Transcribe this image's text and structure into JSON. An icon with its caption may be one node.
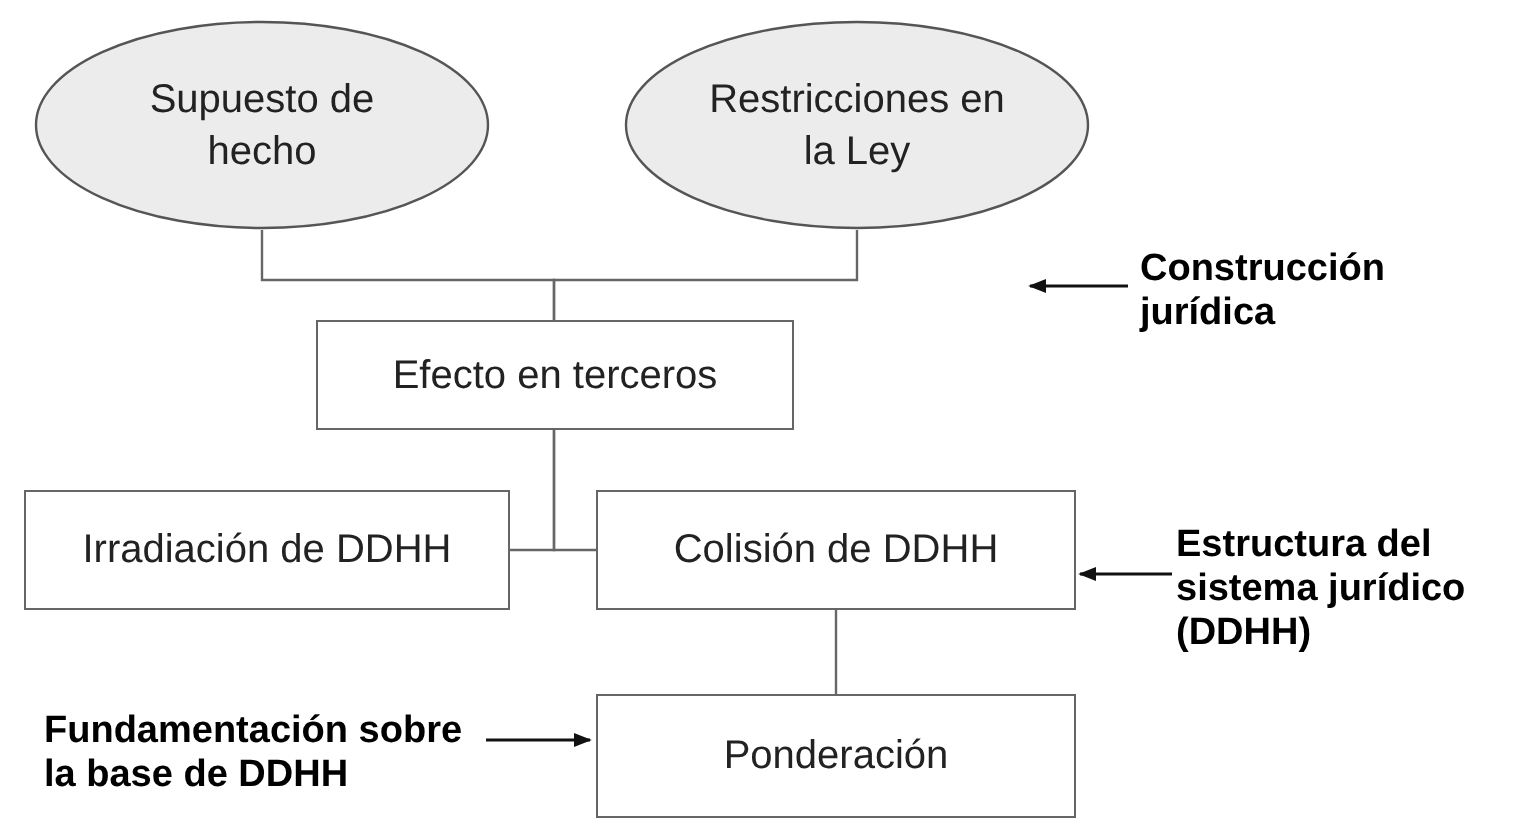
{
  "diagram": {
    "nodes": [
      {
        "text": [
          "Supuesto de hecho"
        ]
      },
      {
        "text": [
          "Restricciones en la Ley"
        ]
      },
      {
        "text": [
          "Efecto en terceros"
        ]
      },
      {
        "text": [
          "Irradiación de DDHH"
        ]
      },
      {
        "text": [
          "Colisión de DDHH"
        ]
      },
      {
        "text": [
          "Ponderación"
        ]
      },
      {
        "text": [
          "Construcción jurídica"
        ]
      },
      {
        "text": [
          "Estructura del sistema jurídico (DDHH)"
        ]
      },
      {
        "text": [
          "Fundamentación sobre la base de DDHH"
        ]
      }
    ],
    "edges": [
      {
        "from": 0,
        "to": 2,
        "arrow": "none"
      },
      {
        "from": 1,
        "to": 2,
        "arrow": "none"
      },
      {
        "from": 2,
        "to": 3,
        "arrow": "none"
      },
      {
        "from": 2,
        "to": 4,
        "arrow": "none"
      },
      {
        "from": 4,
        "to": 5,
        "arrow": "none"
      },
      {
        "from": 6,
        "to": null,
        "arrow": "to"
      },
      {
        "from": 7,
        "to": 4,
        "arrow": "to"
      },
      {
        "from": 8,
        "to": 5,
        "arrow": "to"
      }
    ]
  }
}
